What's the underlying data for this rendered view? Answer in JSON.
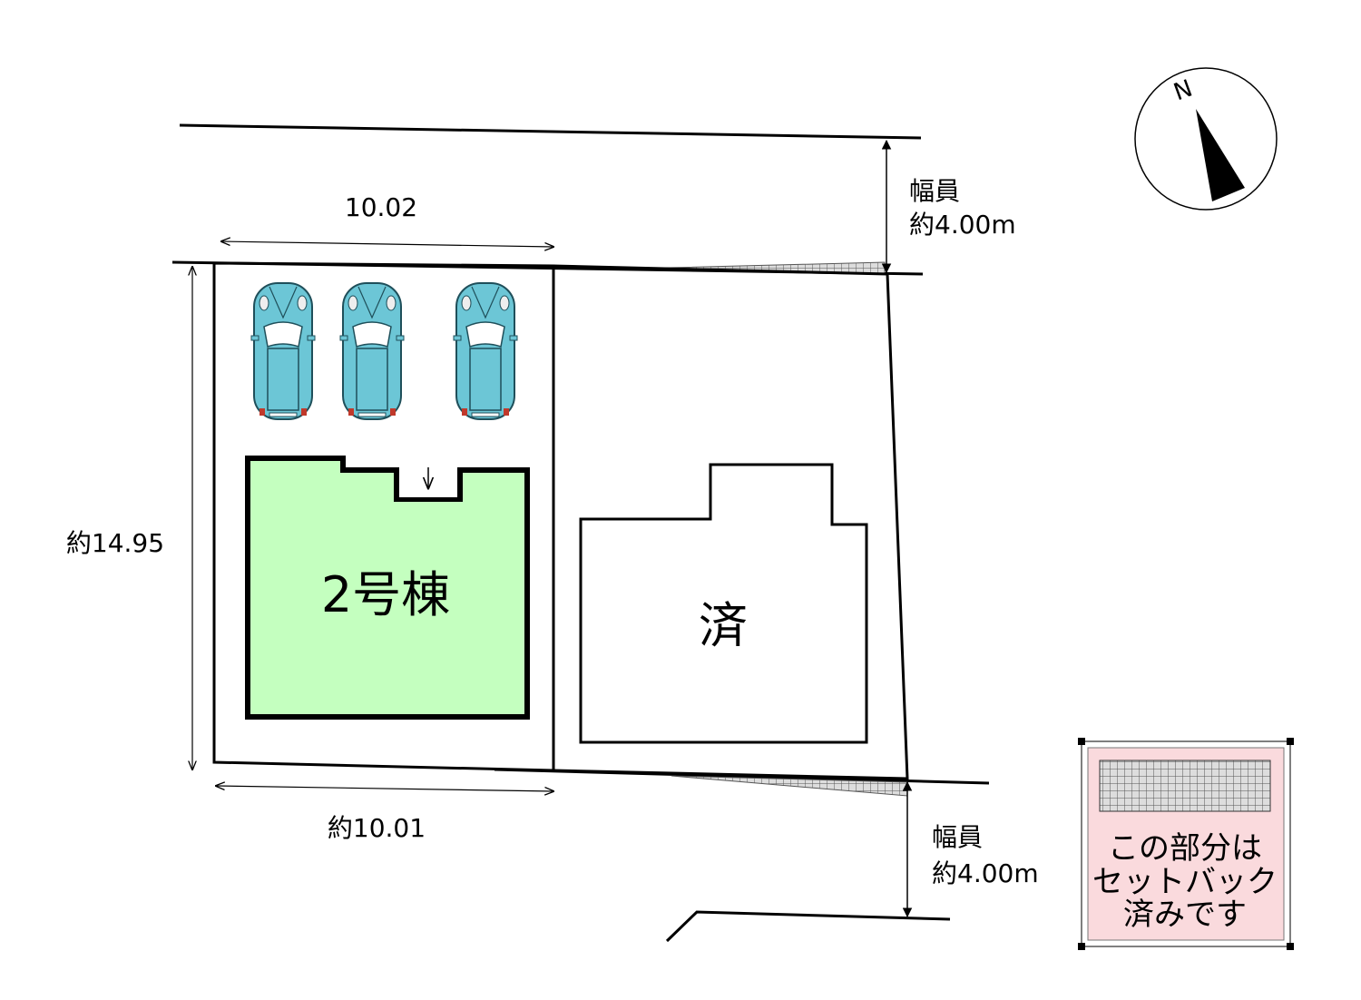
{
  "title": "区画図",
  "compass": {
    "label": "N"
  },
  "dimensions": {
    "top_width": "10.02",
    "depth": "約14.95",
    "bottom_width": "約10.01"
  },
  "roads": {
    "north": {
      "label1": "幅員",
      "label2": "約4.00m"
    },
    "south": {
      "label1": "幅員",
      "label2": "約4.00m"
    }
  },
  "lots": {
    "target": {
      "label": "2号棟",
      "color": "#c4ffbf"
    },
    "sold": {
      "label": "済"
    }
  },
  "parking": {
    "car_count": 3,
    "car_color": "#6cc6d6"
  },
  "legend": {
    "line1": "この部分は",
    "line2": "セットバック",
    "line3": "済みです",
    "color": "#fadadd"
  }
}
